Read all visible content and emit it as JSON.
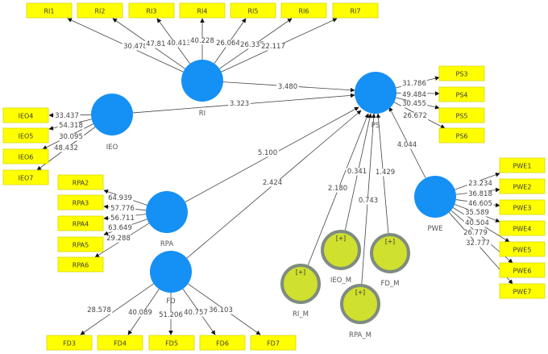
{
  "diagram": {
    "type": "structural-model",
    "colors": {
      "construct_fill": "#1590f5",
      "moderator_fill": "#cfe02e",
      "moderator_stroke": "#7f8c7f",
      "indicator_fill": "#ffff00",
      "indicator_stroke": "#d8d800",
      "edge": "#444444"
    },
    "constructs": [
      {
        "id": "RI",
        "label": "RI",
        "kind": "latent"
      },
      {
        "id": "IEO",
        "label": "IEO",
        "kind": "latent"
      },
      {
        "id": "PS",
        "label": "PS",
        "kind": "latent"
      },
      {
        "id": "RPA",
        "label": "RPA",
        "kind": "latent"
      },
      {
        "id": "FD",
        "label": "FD",
        "kind": "latent"
      },
      {
        "id": "PWE",
        "label": "PWE",
        "kind": "latent"
      },
      {
        "id": "RI_M",
        "label": "RI_M",
        "kind": "moderator",
        "badge": "[+]"
      },
      {
        "id": "IEO_M",
        "label": "IEO_M",
        "kind": "moderator",
        "badge": "[+]"
      },
      {
        "id": "FD_M",
        "label": "FD_M",
        "kind": "moderator",
        "badge": "[+]"
      },
      {
        "id": "RPA_M",
        "label": "RPA_M",
        "kind": "moderator",
        "badge": "[+]"
      }
    ],
    "indicators": [
      {
        "id": "RI1",
        "label": "RI1",
        "construct": "RI",
        "value": "30.478"
      },
      {
        "id": "RI2",
        "label": "RI2",
        "construct": "RI",
        "value": "47.817"
      },
      {
        "id": "RI3",
        "label": "RI3",
        "construct": "RI",
        "value": "40.413"
      },
      {
        "id": "RI4",
        "label": "RI4",
        "construct": "RI",
        "value": "40.228"
      },
      {
        "id": "RI5",
        "label": "RI5",
        "construct": "RI",
        "value": "26.064"
      },
      {
        "id": "RI6",
        "label": "RI6",
        "construct": "RI",
        "value": "26.335"
      },
      {
        "id": "RI7",
        "label": "RI7",
        "construct": "RI",
        "value": "22.117"
      },
      {
        "id": "IEO4",
        "label": "IEO4",
        "construct": "IEO",
        "value": "33.437"
      },
      {
        "id": "IEO5",
        "label": "IEO5",
        "construct": "IEO",
        "value": "54.318"
      },
      {
        "id": "IEO6",
        "label": "IEO6",
        "construct": "IEO",
        "value": "30.095"
      },
      {
        "id": "IEO7",
        "label": "IEO7",
        "construct": "IEO",
        "value": "48.432"
      },
      {
        "id": "RPA2",
        "label": "RPA2",
        "construct": "RPA",
        "value": "64.939"
      },
      {
        "id": "RPA3",
        "label": "RPA3",
        "construct": "RPA",
        "value": "57.776"
      },
      {
        "id": "RPA4",
        "label": "RPA4",
        "construct": "RPA",
        "value": "56.711"
      },
      {
        "id": "RPA5",
        "label": "RPA5",
        "construct": "RPA",
        "value": "63.649"
      },
      {
        "id": "RPA6",
        "label": "RPA6",
        "construct": "RPA",
        "value": "29.288"
      },
      {
        "id": "FD3",
        "label": "FD3",
        "construct": "FD",
        "value": "28.578"
      },
      {
        "id": "FD4",
        "label": "FD4",
        "construct": "FD",
        "value": "40.089"
      },
      {
        "id": "FD5",
        "label": "FD5",
        "construct": "FD",
        "value": "51.206"
      },
      {
        "id": "FD6",
        "label": "FD6",
        "construct": "FD",
        "value": "40.757"
      },
      {
        "id": "FD7",
        "label": "FD7",
        "construct": "FD",
        "value": "36.103"
      },
      {
        "id": "PS3",
        "label": "PS3",
        "construct": "PS",
        "value": "31.786"
      },
      {
        "id": "PS4",
        "label": "PS4",
        "construct": "PS",
        "value": "49.484"
      },
      {
        "id": "PS5",
        "label": "PS5",
        "construct": "PS",
        "value": "30.455"
      },
      {
        "id": "PS6",
        "label": "PS6",
        "construct": "PS",
        "value": "26.672"
      },
      {
        "id": "PWE1",
        "label": "PWE1",
        "construct": "PWE",
        "value": "23.234"
      },
      {
        "id": "PWE2",
        "label": "PWE2",
        "construct": "PWE",
        "value": "36.818"
      },
      {
        "id": "PWE3",
        "label": "PWE3",
        "construct": "PWE",
        "value": "46.605"
      },
      {
        "id": "PWE4",
        "label": "PWE4",
        "construct": "PWE",
        "value": "35.589"
      },
      {
        "id": "PWE5",
        "label": "PWE5",
        "construct": "PWE",
        "value": "40.504"
      },
      {
        "id": "PWE6",
        "label": "PWE6",
        "construct": "PWE",
        "value": "26.779"
      },
      {
        "id": "PWE7",
        "label": "PWE7",
        "construct": "PWE",
        "value": "32.777"
      }
    ],
    "paths": [
      {
        "from": "RI",
        "to": "PS",
        "value": "3.480"
      },
      {
        "from": "IEO",
        "to": "PS",
        "value": "3.323"
      },
      {
        "from": "RPA",
        "to": "PS",
        "value": "5.100"
      },
      {
        "from": "FD",
        "to": "PS",
        "value": "2.424"
      },
      {
        "from": "PWE",
        "to": "PS",
        "value": "4.044"
      },
      {
        "from": "RI_M",
        "to": "PS",
        "value": "2.180"
      },
      {
        "from": "IEO_M",
        "to": "PS",
        "value": "0.341"
      },
      {
        "from": "RPA_M",
        "to": "PS",
        "value": "0.743"
      },
      {
        "from": "FD_M",
        "to": "PS",
        "value": "1.429"
      }
    ]
  }
}
